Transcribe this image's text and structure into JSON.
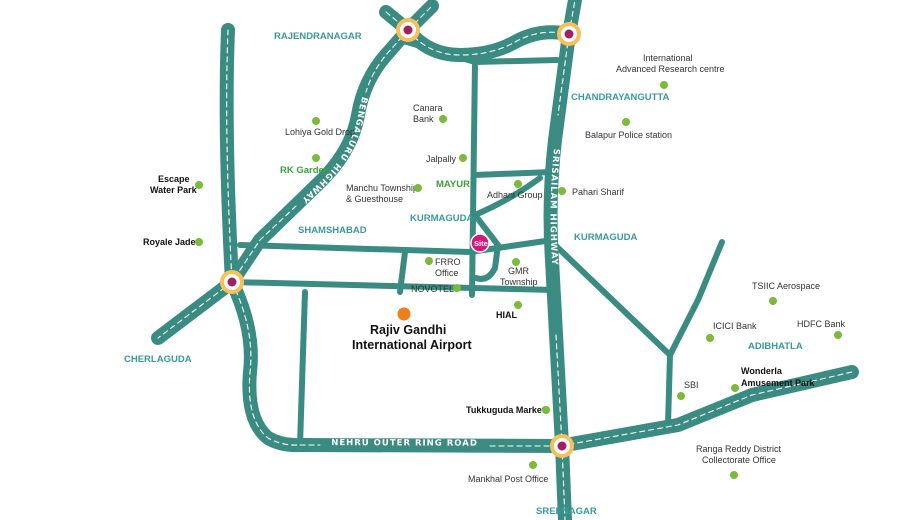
{
  "colors": {
    "road": "#3a8c82",
    "area_label": "#3a9a9a",
    "area_label_green": "#3aa13a",
    "poi_dot": "#7cbb3a",
    "site_marker": "#d6167a",
    "airport_marker": "#f07f1a",
    "junction_ring": "#f7c05a",
    "junction_center": "#a0215f"
  },
  "highways": {
    "bengaluru": "BENGALURU HIGHWAY",
    "srisailam": "SRISAILAM HIGHWAY",
    "nehru_orr": "NEHRU OUTER RING ROAD"
  },
  "areas": {
    "rajendranagar": "RAJENDRANAGAR",
    "chandrayangutta": "CHANDRAYANGUTTA",
    "rk_garden": "RK Garden",
    "mayur": "MAYUR",
    "kurmaguda_1": "KURMAGUDA",
    "kurmaguda_2": "KURMAGUDA",
    "shamshabad": "SHAMSHABAD",
    "cherlaguda": "CHERLAGUDA",
    "adibhatla": "ADIBHATLA",
    "sreenagar": "SREENAGAR"
  },
  "places": {
    "iarc_1": "International",
    "iarc_2": "Advanced Research centre",
    "canara_1": "Canara",
    "canara_2": "Bank",
    "lohiya": "Lohiya Gold Drop",
    "balapur": "Balapur Police station",
    "jalpally": "Jalpally",
    "escape_1": "Escape",
    "escape_2": "Water Park",
    "manchu_1": "Manchu Township",
    "manchu_2": "& Guesthouse",
    "adhani": "Adhani Group",
    "pahari": "Pahari Sharif",
    "royale": "Royale Jade",
    "frro_1": "FRRO",
    "frro_2": "Office",
    "gmr_1": "GMR",
    "gmr_2": "Township",
    "novotel": "NOVOTEL",
    "tsiic": "TSIIC Aerospace",
    "hial": "HIAL",
    "icici": "ICICI Bank",
    "hdfc": "HDFC Bank",
    "sbi": "SBI",
    "wonderla_1": "Wonderla",
    "wonderla_2": "Amusement Park",
    "tukkuguda": "Tukkuguda Market",
    "rangareddy_1": "Ranga Reddy District",
    "rangareddy_2": "Collectorate Office",
    "mankhal": "Mankhal Post Office"
  },
  "airport": {
    "line1": "Rajiv Gandhi",
    "line2": "International Airport"
  },
  "site_marker": "Site"
}
